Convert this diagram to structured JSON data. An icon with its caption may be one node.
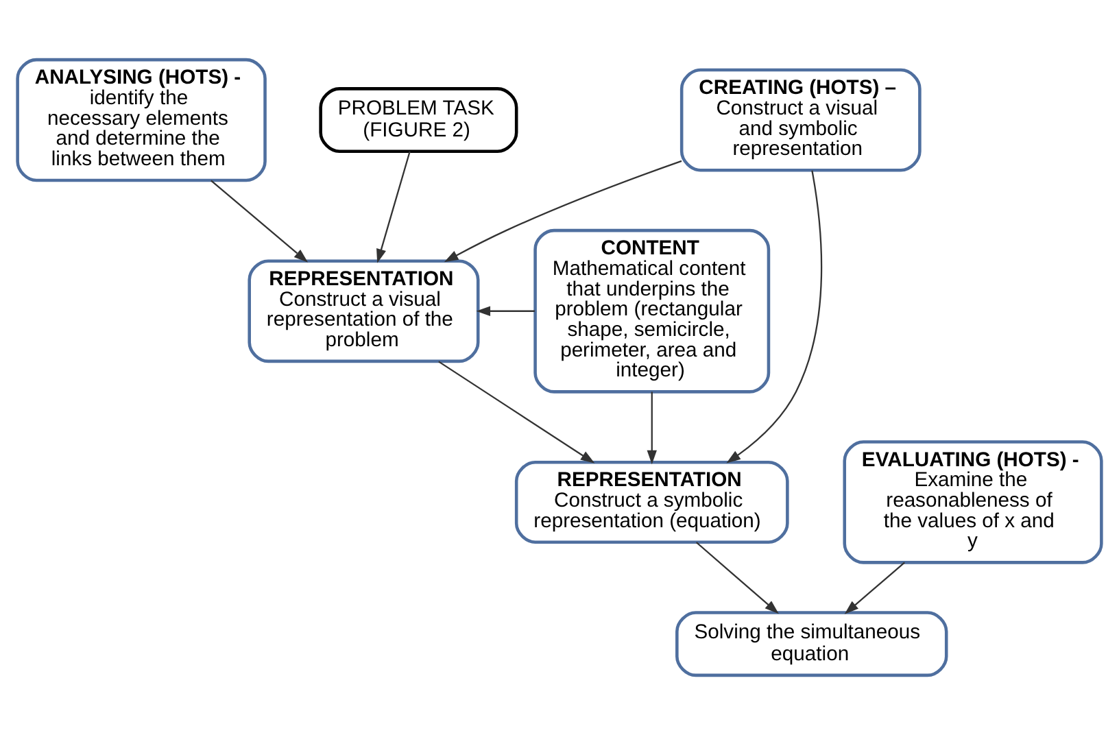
{
  "diagram": {
    "nodes": [
      {
        "text": [
          "ANALYSING (HOTS) -",
          "identify the necessary elements and determine the links between them"
        ]
      },
      {
        "text": [
          "PROBLEM TASK (FIGURE 2)"
        ]
      },
      {
        "text": [
          "CREATING (HOTS) –",
          "Construct a visual and symbolic representation"
        ]
      },
      {
        "text": [
          "REPRESENTATION",
          "Construct a visual representation of the problem"
        ]
      },
      {
        "text": [
          "CONTENT",
          "Mathematical content that underpins the problem (rectangular shape, semicircle, perimeter, area and integer)"
        ]
      },
      {
        "text": [
          "REPRESENTATION",
          "Construct a symbolic representation (equation)"
        ]
      },
      {
        "text": [
          "EVALUATING (HOTS) -",
          "Examine the reasonableness of the values of x and y"
        ]
      },
      {
        "text": [
          "Solving the simultaneous equation"
        ]
      }
    ],
    "edges": [
      {
        "from": 0,
        "to": 3,
        "arrow": "to"
      },
      {
        "from": 1,
        "to": 3,
        "arrow": "to"
      },
      {
        "from": 2,
        "to": 3,
        "arrow": "to"
      },
      {
        "from": 2,
        "to": 5,
        "arrow": "to"
      },
      {
        "from": 4,
        "to": 3,
        "arrow": "to"
      },
      {
        "from": 4,
        "to": 5,
        "arrow": "to"
      },
      {
        "from": 3,
        "to": 5,
        "arrow": "to"
      },
      {
        "from": 5,
        "to": 7,
        "arrow": "to"
      },
      {
        "from": 6,
        "to": 7,
        "arrow": "to"
      }
    ]
  }
}
